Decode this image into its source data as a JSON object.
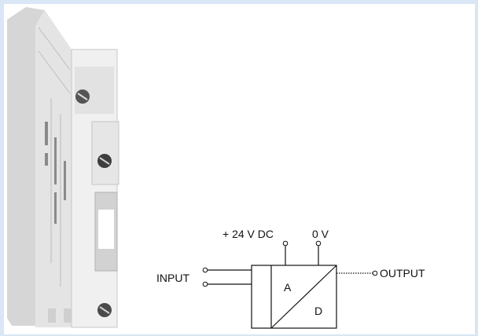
{
  "diagram": {
    "supply_positive": "+ 24 V DC",
    "supply_zero": "0 V",
    "input_label": "INPUT",
    "output_label": "OUTPUT",
    "block_a": "A",
    "block_d": "D"
  },
  "colors": {
    "frame": "#d8e6f5",
    "housing": "#e9e9e9",
    "line": "#111111"
  },
  "photo": {
    "subject": "din-rail-signal-converter-module"
  }
}
